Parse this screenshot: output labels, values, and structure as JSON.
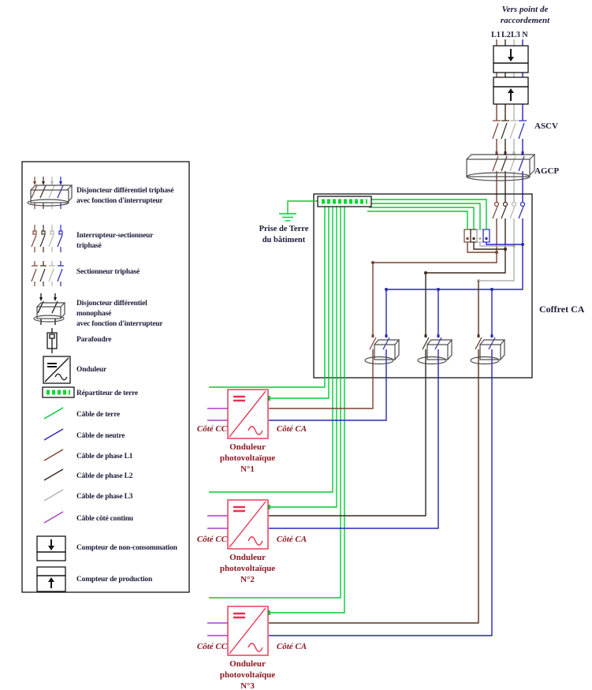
{
  "colors": {
    "earth_green": "#00cc33",
    "neutral_blue": "#2626bd",
    "phase_l1_brown": "#7b4230",
    "phase_l2_dark": "#3a281c",
    "phase_l3_gray": "#b4b2ae",
    "dc_purple": "#aa3ec9",
    "inverter_red": "#e83050",
    "inverter_text_red": "#8b1722",
    "text_dark": "#1c1c3a"
  },
  "top": {
    "dest_line1": "Vers point de",
    "dest_line2": "raccordement",
    "phases": [
      "L1",
      "L2",
      "L3",
      "N"
    ],
    "ascv_label": "ASCV",
    "agcp_label": "AGCP"
  },
  "coffret": {
    "label": "Coffret CA",
    "earth_line1": "Prise de Terre",
    "earth_line2": "du bâtiment"
  },
  "inverters": [
    {
      "cc_label": "Côté CC",
      "ca_label": "Côté CA",
      "line1": "Onduleur",
      "line2": "photovoltaïque",
      "line3": "N°1"
    },
    {
      "cc_label": "Côté CC",
      "ca_label": "Côté CA",
      "line1": "Onduleur",
      "line2": "photovoltaïque",
      "line3": "N°2"
    },
    {
      "cc_label": "Côté CC",
      "ca_label": "Côté CA",
      "line1": "Onduleur",
      "line2": "photovoltaïque",
      "line3": "N°3"
    }
  ],
  "legend": {
    "items": [
      {
        "lines": [
          "Disjoncteur différentiel triphasé",
          "avec fonction d'interrupteur"
        ]
      },
      {
        "lines": [
          "Interrupteur-sectionneur",
          "triphasé"
        ]
      },
      {
        "lines": [
          "Sectionneur triphasé"
        ]
      },
      {
        "lines": [
          "Disjoncteur différentiel",
          "monophasé",
          "avec fonction d'interrupteur"
        ]
      },
      {
        "lines": [
          "Parafoudre"
        ]
      },
      {
        "lines": [
          "Onduleur"
        ]
      },
      {
        "lines": [
          "Répartiteur de terre"
        ]
      },
      {
        "lines": [
          "Câble de terre"
        ]
      },
      {
        "lines": [
          "Câble de neutre"
        ]
      },
      {
        "lines": [
          "Câble de phase L1"
        ]
      },
      {
        "lines": [
          "Câble de phase L2"
        ]
      },
      {
        "lines": [
          "Câble de phase L3"
        ]
      },
      {
        "lines": [
          "Câble côté continu"
        ]
      },
      {
        "lines": [
          "Compteur de non-consommation"
        ]
      },
      {
        "lines": [
          "Compteur de production"
        ]
      }
    ]
  }
}
